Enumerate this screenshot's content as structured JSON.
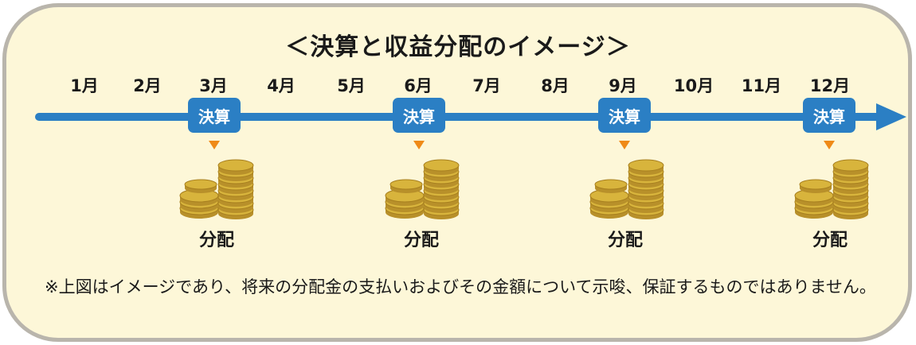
{
  "title": "＜決算と収益分配のイメージ＞",
  "months": [
    "1月",
    "2月",
    "3月",
    "4月",
    "5月",
    "6月",
    "7月",
    "8月",
    "9月",
    "10月",
    "11月",
    "12月"
  ],
  "settlement_label": "決算",
  "settlement_months": [
    "3月",
    "6月",
    "9月",
    "12月"
  ],
  "distribution_label": "分配",
  "footnote": "※上図はイメージであり、将来の分配金の支払いおよびその金額について示唆、保証するものではありません。",
  "colors": {
    "panel_bg": "#fdf7d8",
    "panel_border": "#b9b5ac",
    "timeline": "#2b7fc4",
    "pointer": "#ef8a17",
    "coin": "#d8b43c"
  },
  "icons": {
    "coins": "coin-stack-icon"
  }
}
